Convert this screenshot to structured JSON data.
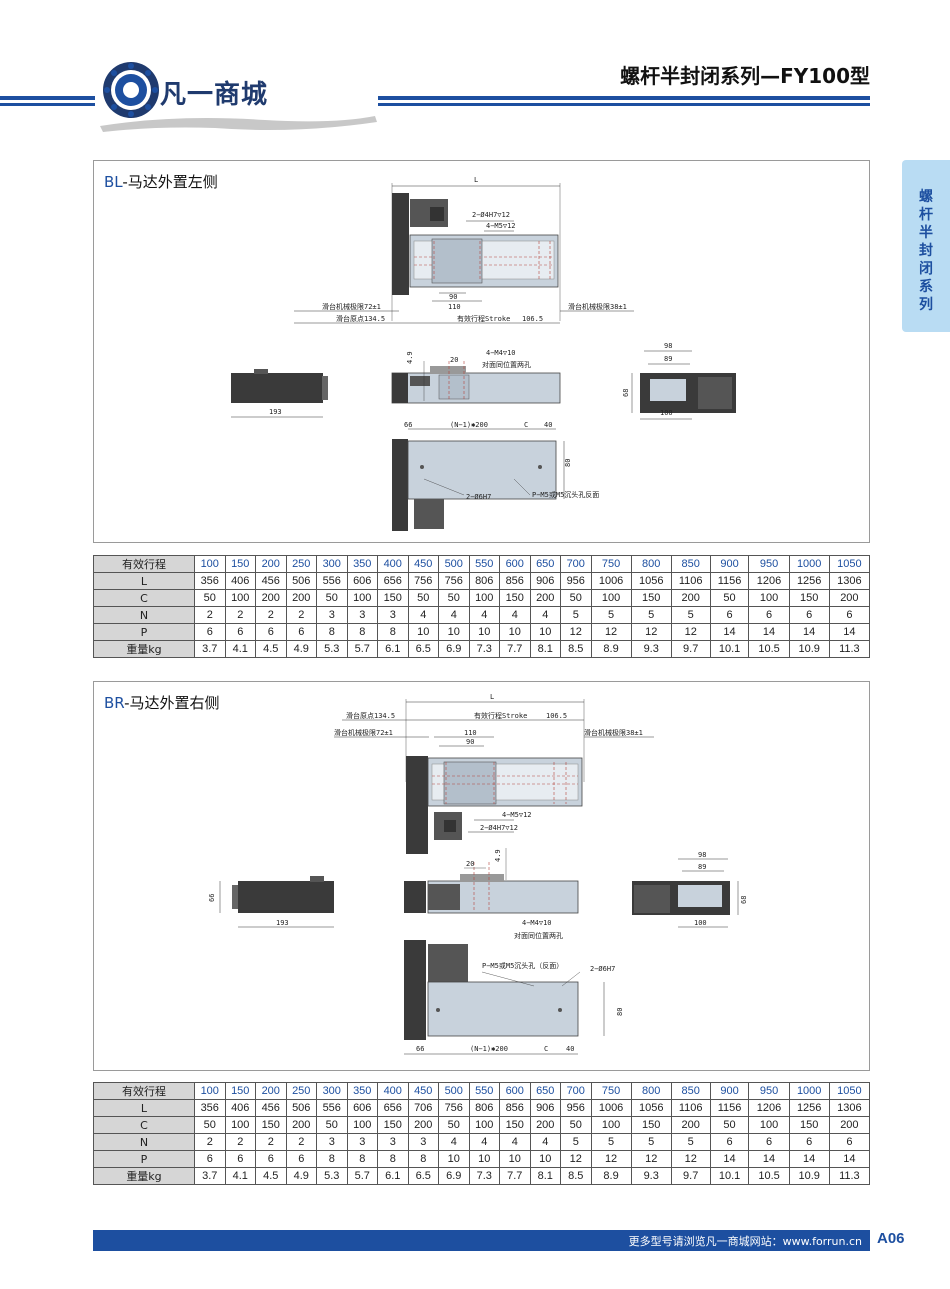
{
  "header": {
    "brand": "凡一商城",
    "title": "螺杆半封闭系列—FY100型"
  },
  "side_tab": {
    "text": "螺杆半封闭系列"
  },
  "panels": [
    {
      "code": "BL",
      "title": "-马达外置左侧",
      "labels": {
        "L": "L",
        "hole1": "2−Ø4H7▽12",
        "hole2": "4−M5▽12",
        "d90": "90",
        "d110": "110",
        "limit_left": "滑台机械极限72±1",
        "origin": "滑台原点134.5",
        "stroke": "有效行程Stroke",
        "d106": "106.5",
        "limit_right": "滑台机械极限38±1",
        "d193": "193",
        "d49": "4.9",
        "d20": "20",
        "m4": "4−M4▽10",
        "both": "对面同位置两孔",
        "d98": "98",
        "d89": "89",
        "d68": "68",
        "d100": "100",
        "d66": "66",
        "pitch": "(N−1)✱200",
        "c": "C",
        "d40": "40",
        "d80": "80",
        "pin": "2−Ø6H7",
        "pm5": "P−M5或M5沉头孔反面"
      }
    },
    {
      "code": "BR",
      "title": "-马达外置右侧",
      "labels": {
        "L": "L",
        "origin": "滑台原点134.5",
        "stroke": "有效行程Stroke",
        "d106": "106.5",
        "limit_left": "滑台机械极限72±1",
        "d110": "110",
        "d90": "90",
        "limit_right": "滑台机械极限38±1",
        "hole2": "4−M5▽12",
        "hole1": "2−Ø4H7▽12",
        "d20": "20",
        "d49": "4.9",
        "d98": "98",
        "d89": "89",
        "d66": "66",
        "d193": "193",
        "m4": "4−M4▽10",
        "both": "对面同位置两孔",
        "d100": "100",
        "d68": "68",
        "pm5": "P−M5或M5沉头孔（反面）",
        "pin": "2−Ø6H7",
        "d80": "80",
        "d66b": "66",
        "pitch": "(N−1)✱200",
        "c": "C",
        "d40": "40"
      }
    }
  ],
  "tables": [
    {
      "rows": [
        {
          "label": "有效行程",
          "values": [
            "100",
            "150",
            "200",
            "250",
            "300",
            "350",
            "400",
            "450",
            "500",
            "550",
            "600",
            "650",
            "700",
            "750",
            "800",
            "850",
            "900",
            "950",
            "1000",
            "1050"
          ]
        },
        {
          "label": "L",
          "values": [
            "356",
            "406",
            "456",
            "506",
            "556",
            "606",
            "656",
            "756",
            "756",
            "806",
            "856",
            "906",
            "956",
            "1006",
            "1056",
            "1106",
            "1156",
            "1206",
            "1256",
            "1306"
          ]
        },
        {
          "label": "C",
          "values": [
            "50",
            "100",
            "200",
            "200",
            "50",
            "100",
            "150",
            "50",
            "50",
            "100",
            "150",
            "200",
            "50",
            "100",
            "150",
            "200",
            "50",
            "100",
            "150",
            "200"
          ]
        },
        {
          "label": "N",
          "values": [
            "2",
            "2",
            "2",
            "2",
            "3",
            "3",
            "3",
            "4",
            "4",
            "4",
            "4",
            "4",
            "5",
            "5",
            "5",
            "5",
            "6",
            "6",
            "6",
            "6"
          ]
        },
        {
          "label": "P",
          "values": [
            "6",
            "6",
            "6",
            "6",
            "8",
            "8",
            "8",
            "10",
            "10",
            "10",
            "10",
            "10",
            "12",
            "12",
            "12",
            "12",
            "14",
            "14",
            "14",
            "14"
          ]
        },
        {
          "label": "重量kg",
          "values": [
            "3.7",
            "4.1",
            "4.5",
            "4.9",
            "5.3",
            "5.7",
            "6.1",
            "6.5",
            "6.9",
            "7.3",
            "7.7",
            "8.1",
            "8.5",
            "8.9",
            "9.3",
            "9.7",
            "10.1",
            "10.5",
            "10.9",
            "11.3"
          ]
        }
      ]
    },
    {
      "rows": [
        {
          "label": "有效行程",
          "values": [
            "100",
            "150",
            "200",
            "250",
            "300",
            "350",
            "400",
            "450",
            "500",
            "550",
            "600",
            "650",
            "700",
            "750",
            "800",
            "850",
            "900",
            "950",
            "1000",
            "1050"
          ]
        },
        {
          "label": "L",
          "values": [
            "356",
            "406",
            "456",
            "506",
            "556",
            "606",
            "656",
            "706",
            "756",
            "806",
            "856",
            "906",
            "956",
            "1006",
            "1056",
            "1106",
            "1156",
            "1206",
            "1256",
            "1306"
          ]
        },
        {
          "label": "C",
          "values": [
            "50",
            "100",
            "150",
            "200",
            "50",
            "100",
            "150",
            "200",
            "50",
            "100",
            "150",
            "200",
            "50",
            "100",
            "150",
            "200",
            "50",
            "100",
            "150",
            "200"
          ]
        },
        {
          "label": "N",
          "values": [
            "2",
            "2",
            "2",
            "2",
            "3",
            "3",
            "3",
            "3",
            "4",
            "4",
            "4",
            "4",
            "5",
            "5",
            "5",
            "5",
            "6",
            "6",
            "6",
            "6"
          ]
        },
        {
          "label": "P",
          "values": [
            "6",
            "6",
            "6",
            "6",
            "8",
            "8",
            "8",
            "8",
            "10",
            "10",
            "10",
            "10",
            "12",
            "12",
            "12",
            "12",
            "14",
            "14",
            "14",
            "14"
          ]
        },
        {
          "label": "重量kg",
          "values": [
            "3.7",
            "4.1",
            "4.5",
            "4.9",
            "5.3",
            "5.7",
            "6.1",
            "6.5",
            "6.9",
            "7.3",
            "7.7",
            "8.1",
            "8.5",
            "8.9",
            "9.3",
            "9.7",
            "10.1",
            "10.5",
            "10.9",
            "11.3"
          ]
        }
      ]
    }
  ],
  "footer": {
    "text": "更多型号请浏览凡一商城网站：www.forrun.cn",
    "page": "A06"
  },
  "colors": {
    "brand_blue": "#1d4fa0",
    "tab_bg": "#b9dcf3",
    "table_header_bg": "#d6d6d6"
  }
}
